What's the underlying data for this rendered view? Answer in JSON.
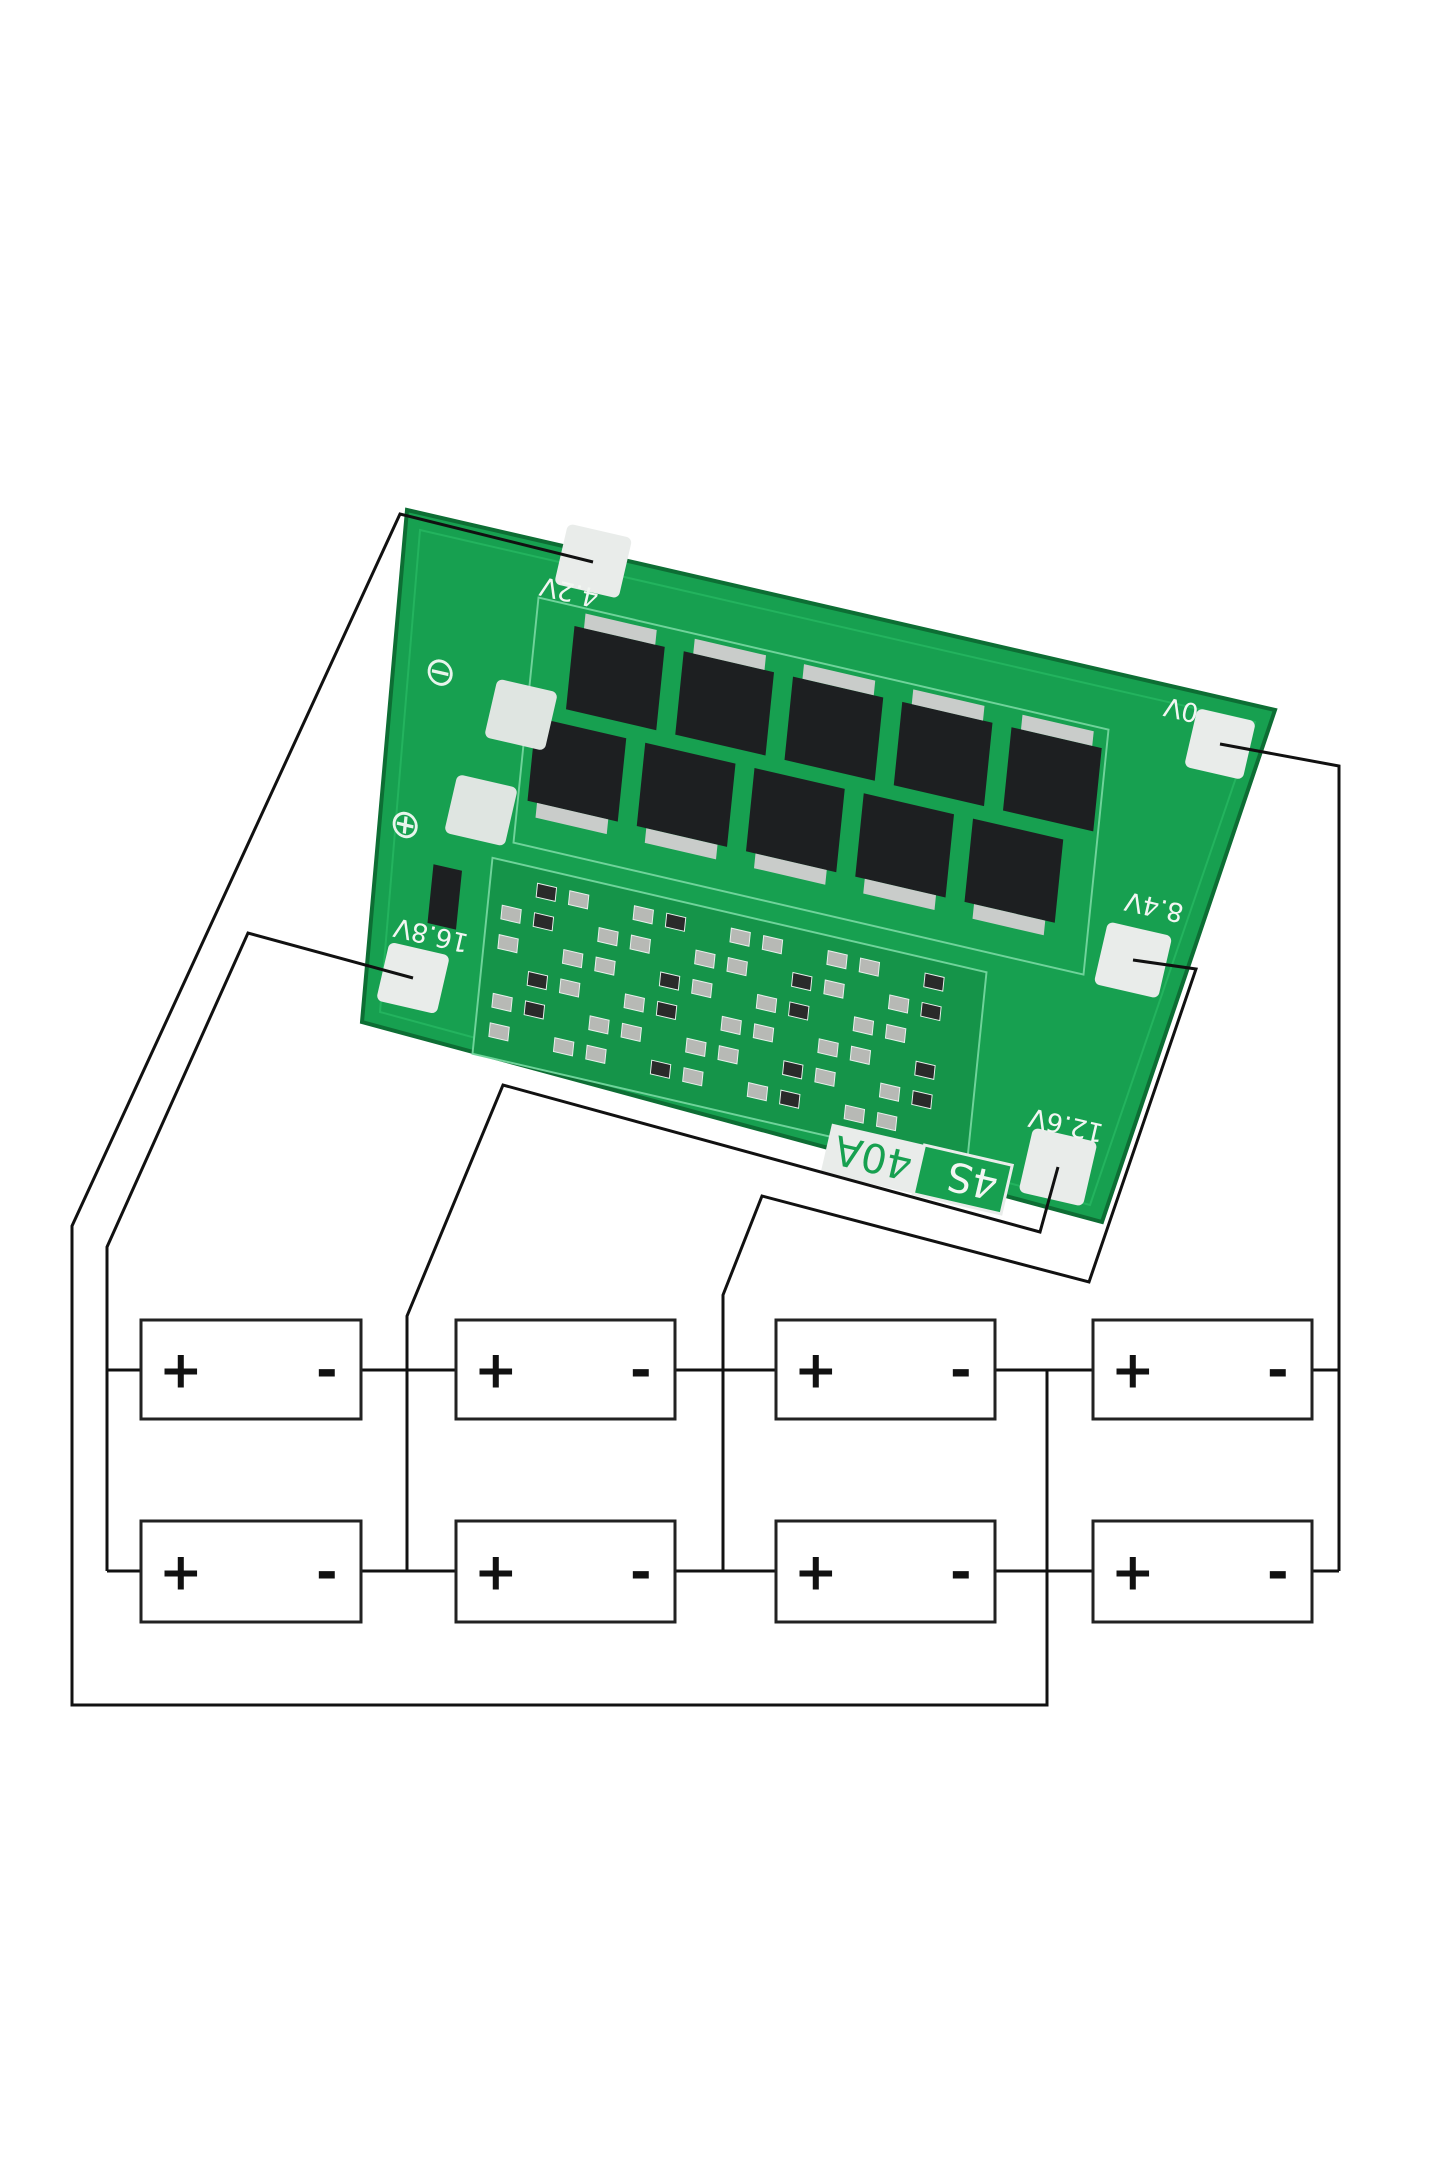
{
  "board": {
    "model_label": "4S",
    "current_label": "40A",
    "pads": [
      {
        "id": "b4",
        "label": "4.2V"
      },
      {
        "id": "b0",
        "label": "0V"
      },
      {
        "id": "b8",
        "label": "8.4V"
      },
      {
        "id": "b12",
        "label": "12.6V"
      },
      {
        "id": "b16",
        "label": "16.8V"
      }
    ],
    "colors": {
      "pcb": "#17a050",
      "pcb_dark": "#0f7d3c",
      "pad": "#e9ecea",
      "mosfet": "#1d1f21"
    }
  },
  "cells": {
    "plus": "+",
    "minus": "-",
    "rows": 2,
    "columns": 4
  }
}
